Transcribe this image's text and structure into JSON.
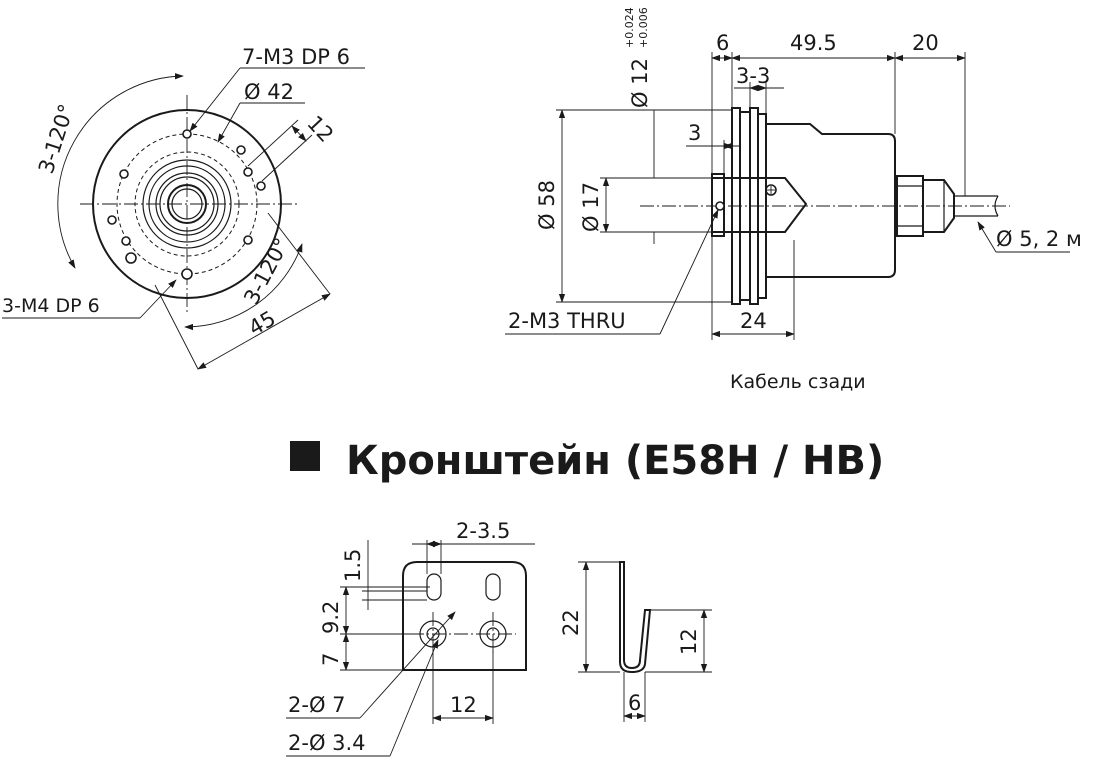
{
  "front_view": {
    "holes_top": "7-M3 DP 6",
    "diameter_42": "Ø 42",
    "dim_12": "12",
    "angle_left": "3-120°",
    "angle_right": "3-120°",
    "holes_bottom": "3-M4 DP 6",
    "dim_45": "45"
  },
  "side_view": {
    "shaft_dia": "Ø 12",
    "shaft_tol_upper": "+0.024",
    "shaft_tol_lower": "+0.006",
    "dim_6": "6",
    "dim_49_5": "49.5",
    "dim_20": "20",
    "dim_3_3": "3-3",
    "dim_3": "3",
    "dia_58": "Ø 58",
    "dia_17": "Ø 17",
    "cable_dia": "Ø 5, 2 м",
    "holes_thru": "2-M3 THRU",
    "dim_24": "24",
    "caption": "Кабель сзади"
  },
  "section": {
    "title": "Кронштейн (E58H / HB)"
  },
  "bracket_front": {
    "slots": "2-3.5",
    "dim_1_5": "1.5",
    "dim_9_2": "9.2",
    "dim_7": "7",
    "dia_7": "2-Ø 7",
    "dia_3_4": "2-Ø 3.4",
    "dim_12": "12"
  },
  "bracket_side": {
    "dim_22": "22",
    "dim_12": "12",
    "dim_6": "6"
  },
  "colors": {
    "ink": "#1a1a1a",
    "background": "#ffffff"
  }
}
